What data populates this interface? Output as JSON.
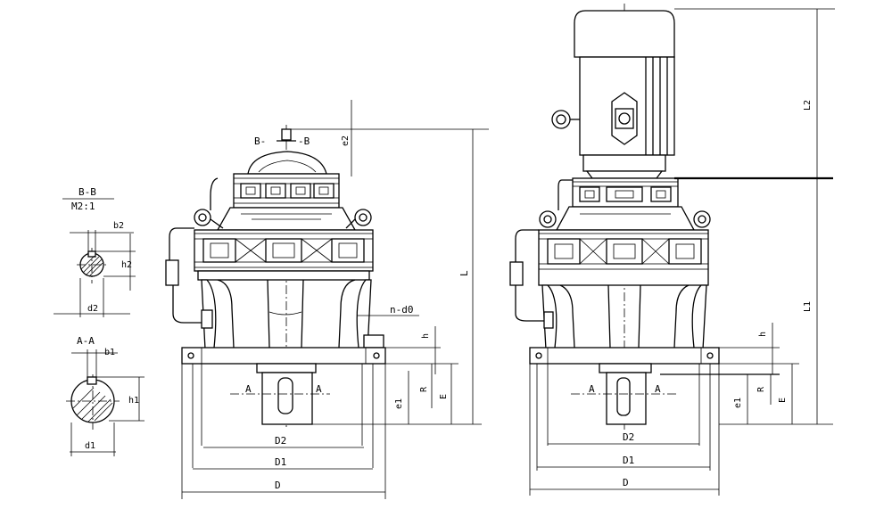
{
  "labels": {
    "section_bb": "B-B",
    "scale_bb": "M2:1",
    "section_aa": "A-A",
    "cut_bb_left": "B-",
    "cut_bb_right": "-B",
    "cut_aa_left": "A",
    "cut_aa_right": "A",
    "cut_aa_left_r": "A",
    "cut_aa_right_r": "A"
  },
  "dims_detail": {
    "b2": "b2",
    "h2": "h2",
    "d2": "d2",
    "b1": "b1",
    "h1": "h1",
    "d1": "d1"
  },
  "dims_left": {
    "e2": "e2",
    "L": "L",
    "ndo": "n-d0",
    "h": "h",
    "R": "R",
    "E": "E",
    "e1": "e1",
    "D2": "D2",
    "D1": "D1",
    "D": "D"
  },
  "dims_right": {
    "L2": "L2",
    "L1": "L1",
    "h": "h",
    "R": "R",
    "E": "E",
    "e1": "e1",
    "D2": "D2",
    "D1": "D1",
    "D": "D"
  }
}
